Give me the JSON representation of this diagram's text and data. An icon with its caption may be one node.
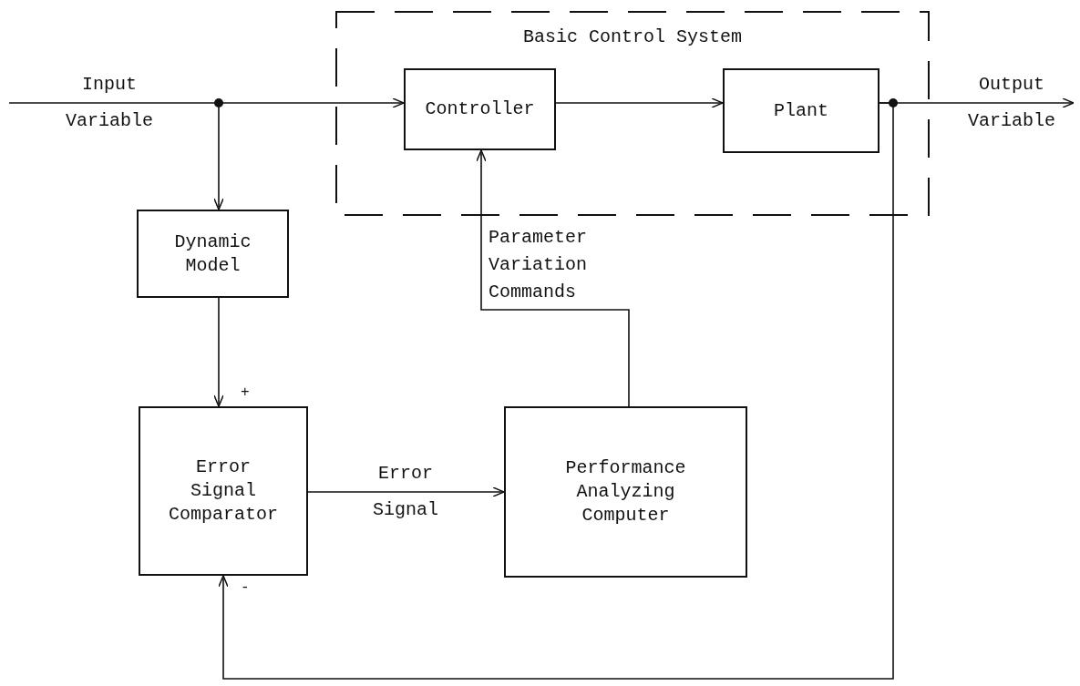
{
  "diagram": {
    "nodes": [
      {
        "text": [
          "Basic Control System"
        ]
      },
      {
        "text": [
          "Controller"
        ],
        "in": 0
      },
      {
        "text": [
          "Plant"
        ],
        "in": 0
      },
      {
        "text": [
          "Dynamic Model"
        ]
      },
      {
        "text": [
          "Error Signal Comparator"
        ],
        "beside": [
          "+",
          "-"
        ]
      },
      {
        "text": [
          "Performance Analyzing Computer"
        ]
      }
    ],
    "edges": [
      {
        "from": null,
        "to": 1,
        "arrow": "to",
        "label": "Input Variable"
      },
      {
        "from": null,
        "to": 3,
        "arrow": "to"
      },
      {
        "from": 1,
        "to": 2,
        "arrow": "to"
      },
      {
        "from": 2,
        "to": null,
        "arrow": "to",
        "label": "Output Variable"
      },
      {
        "from": 2,
        "to": 4,
        "arrow": "to"
      },
      {
        "from": 3,
        "to": 4,
        "arrow": "to"
      },
      {
        "from": 4,
        "to": 5,
        "arrow": "to",
        "label": "Error Signal"
      },
      {
        "from": 5,
        "to": 1,
        "arrow": "to",
        "label": "Parameter Variation Commands"
      }
    ]
  }
}
